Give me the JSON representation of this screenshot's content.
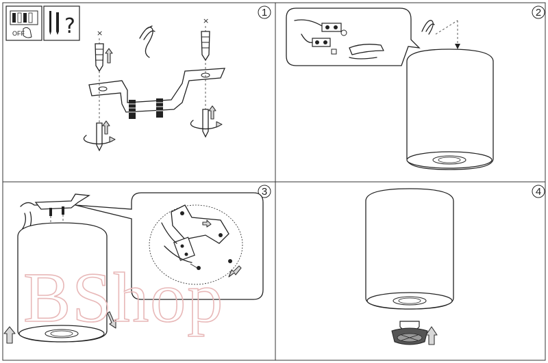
{
  "steps": [
    {
      "number": "1",
      "description_icons": [
        "power-off-switch-icon",
        "tools-question-icon"
      ]
    },
    {
      "number": "2"
    },
    {
      "number": "3"
    },
    {
      "number": "4"
    }
  ],
  "header_icons": {
    "switch_label": "OFF",
    "help_symbol": "?"
  },
  "watermark": {
    "text": "BShop"
  },
  "colors": {
    "line": "#222222",
    "watermark": "#e8b8b8",
    "arrow_fill": "#d8d8d8",
    "background": "#ffffff"
  }
}
